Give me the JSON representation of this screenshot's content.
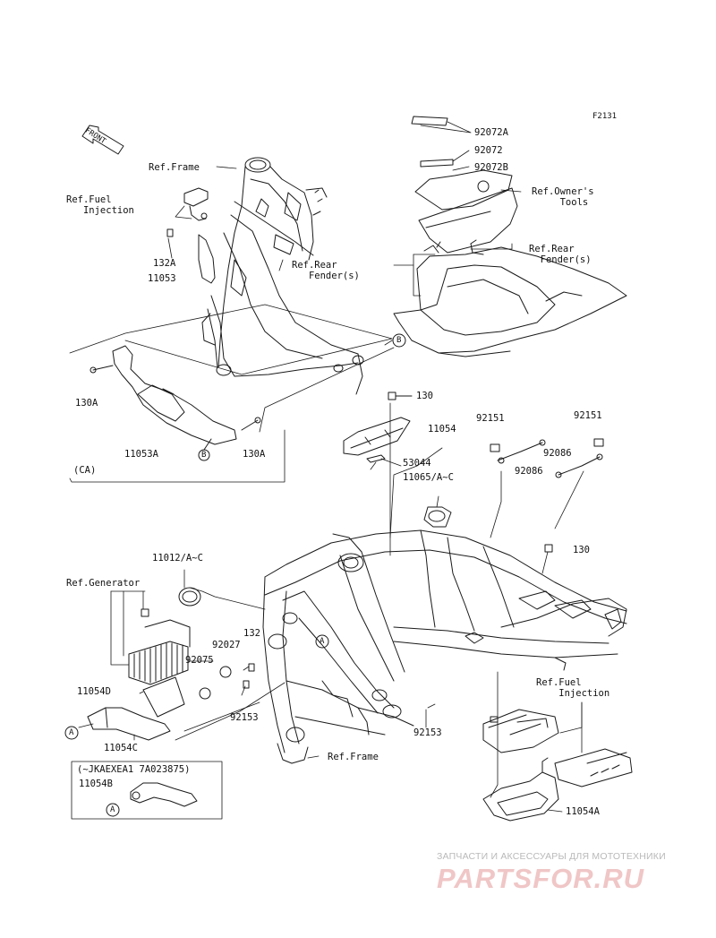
{
  "figure_code": "F2131",
  "front_arrow_label": "FRONT",
  "region_note": "(CA)",
  "variant_note": "(~JKAEXEA1 7A023875)",
  "colors": {
    "line": "#1a1a1a",
    "watermark_text": "#b9b9b9",
    "watermark_logo": "#f0c6c6"
  },
  "labels": {
    "ref_frame_top": "Ref.Frame",
    "ref_fuel_injection_top": "Ref.Fuel\n   Injection",
    "p_132A": "132A",
    "p_11053": "11053",
    "ref_rear_fender_left": "Ref.Rear\n   Fender(s)",
    "p_130A_left": "130A",
    "p_11053A": "11053A",
    "p_130A_right": "130A",
    "callout_B_top": "B",
    "callout_B_bottom": "B",
    "p_92072A": "92072A",
    "p_92072": "92072",
    "p_92072B": "92072B",
    "ref_owners_tools": "Ref.Owner's\n     Tools",
    "ref_rear_fender_right": "Ref.Rear\n  Fender(s)",
    "p_130_top": "130",
    "p_11054": "11054",
    "p_53044": "53044",
    "p_11065": "11065/A~C",
    "p_92151_left": "92151",
    "p_92151_right": "92151",
    "p_92086_a": "92086",
    "p_92086_b": "92086",
    "p_130_mid": "130",
    "p_11012": "11012/A~C",
    "ref_generator": "Ref.Generator",
    "p_132": "132",
    "p_92027": "92027",
    "p_92075": "92075",
    "p_11054D": "11054D",
    "p_92153_left": "92153",
    "p_92153_right": "92153",
    "callout_A_left": "A",
    "callout_A_mid": "A",
    "callout_A_box": "A",
    "p_11054C": "11054C",
    "p_11054B": "11054B",
    "ref_frame_bottom": "Ref.Frame",
    "ref_fuel_injection_bottom": "Ref.Fuel\n    Injection",
    "p_11054A": "11054A"
  },
  "watermark": {
    "tagline": "ЗАПЧАСТИ И АКСЕССУАРЫ ДЛЯ МОТОТЕХНИКИ",
    "logo": "PARTSFOR.RU"
  }
}
